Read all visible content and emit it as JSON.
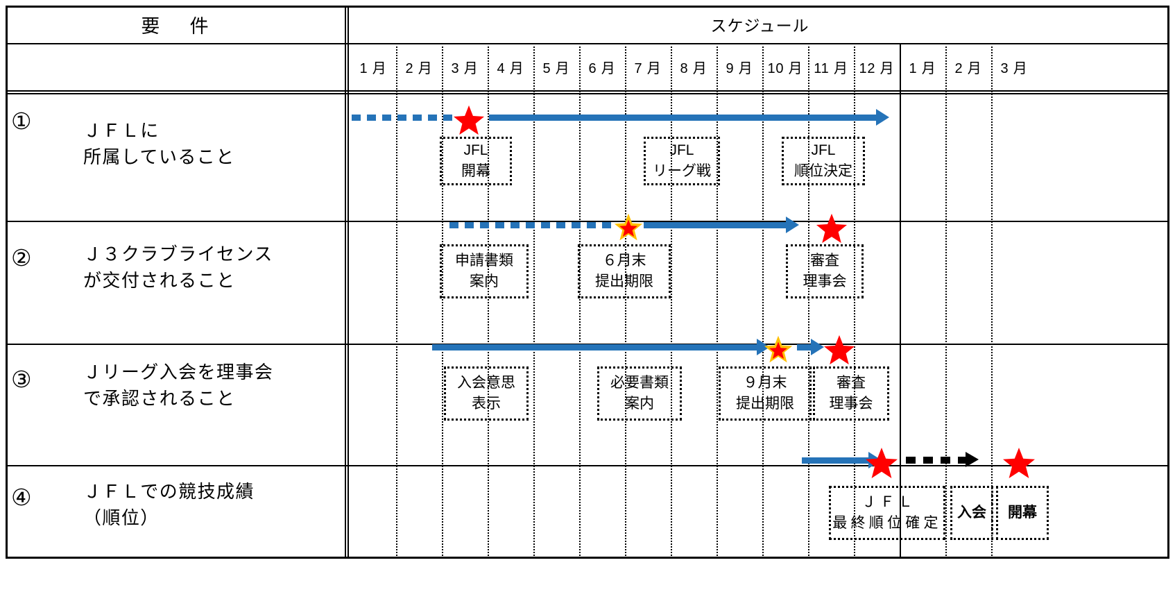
{
  "header": {
    "requirement_col_label": "要　件",
    "schedule_col_label": "スケジュール"
  },
  "months": [
    {
      "label": "1 月"
    },
    {
      "label": "2 月"
    },
    {
      "label": "3 月"
    },
    {
      "label": "4 月"
    },
    {
      "label": "5 月"
    },
    {
      "label": "6 月"
    },
    {
      "label": "7 月"
    },
    {
      "label": "8 月"
    },
    {
      "label": "9 月"
    },
    {
      "label": "10 月"
    },
    {
      "label": "11 月"
    },
    {
      "label": "12 月"
    },
    {
      "label": "1 月"
    },
    {
      "label": "2 月"
    },
    {
      "label": "3 月"
    }
  ],
  "rows": [
    {
      "number": "①",
      "text": "ＪＦＬに\n所属していること",
      "captions": [
        {
          "text": "JFL\n開幕"
        },
        {
          "text": "JFL\nリーグ戦"
        },
        {
          "text": "JFL\n順位決定"
        }
      ]
    },
    {
      "number": "②",
      "text": "Ｊ３クラブライセンス\nが交付されること",
      "captions": [
        {
          "text": "申請書類\n案内"
        },
        {
          "text": "６月末\n提出期限"
        },
        {
          "text": "審査\n理事会"
        }
      ]
    },
    {
      "number": "③",
      "text": "Ｊリーグ入会を理事会\nで承認されること",
      "captions": [
        {
          "text": "入会意思\n表示"
        },
        {
          "text": "必要書類\n案内"
        },
        {
          "text": "９月末\n提出期限"
        },
        {
          "text": "審査\n理事会"
        }
      ]
    },
    {
      "number": "④",
      "text": "ＪＦＬでの競技成績\n（順位）",
      "captions": [
        {
          "text": "ＪＦＬ\n最終順位確定"
        },
        {
          "text": "入会"
        },
        {
          "text": "開幕"
        }
      ]
    }
  ],
  "colors": {
    "bar_blue": "#2573b8",
    "star_red": "#ff0000",
    "star_gold": "#ffc000",
    "grid_black": "#000000"
  },
  "chart_data": {
    "type": "table",
    "title": "Ｊリーグ入会要件スケジュール",
    "timeline_months": [
      "1月",
      "2月",
      "3月",
      "4月",
      "5月",
      "6月",
      "7月",
      "8月",
      "9月",
      "10月",
      "11月",
      "12月",
      "1月",
      "2月",
      "3月"
    ],
    "tracks": [
      {
        "id": "①",
        "requirement": "ＪＦＬに所属していること",
        "segments": [
          {
            "style": "dotted-blue",
            "from_month": "1月",
            "to_month": "3月"
          },
          {
            "style": "solid-blue-arrow",
            "from_month": "3月",
            "to_month": "12月"
          }
        ],
        "milestones": [
          {
            "marker": "red-star",
            "month": "3月",
            "label": "JFL 開幕"
          },
          {
            "marker": "none",
            "month": "7月",
            "label": "JFL リーグ戦"
          },
          {
            "marker": "none",
            "month": "11月",
            "label": "JFL 順位決定"
          }
        ]
      },
      {
        "id": "②",
        "requirement": "Ｊ３クラブライセンスが交付されること",
        "segments": [
          {
            "style": "dotted-blue",
            "from_month": "3月",
            "to_month": "6月"
          },
          {
            "style": "solid-blue-arrow",
            "from_month": "6月",
            "to_month": "9月"
          }
        ],
        "milestones": [
          {
            "marker": "none",
            "month": "3月",
            "label": "申請書類 案内"
          },
          {
            "marker": "gold-red-star",
            "month": "6月",
            "label": "６月末 提出期限"
          },
          {
            "marker": "red-star",
            "month": "9月",
            "label": "審査 理事会"
          }
        ]
      },
      {
        "id": "③",
        "requirement": "Ｊリーグ入会を理事会で承認されること",
        "segments": [
          {
            "style": "solid-blue-arrow",
            "from_month": "2月",
            "to_month": "9月"
          },
          {
            "style": "solid-blue-arrow-short",
            "from_month": "9月",
            "to_month": "10月"
          }
        ],
        "milestones": [
          {
            "marker": "none",
            "month": "3月",
            "label": "入会意思 表示"
          },
          {
            "marker": "none",
            "month": "6月",
            "label": "必要書類 案内"
          },
          {
            "marker": "gold-red-star",
            "month": "9月",
            "label": "９月末 提出期限"
          },
          {
            "marker": "red-star",
            "month": "10月",
            "label": "審査 理事会"
          }
        ]
      },
      {
        "id": "④",
        "requirement": "ＪＦＬでの競技成績（順位）",
        "segments": [
          {
            "style": "solid-blue-arrow",
            "from_month": "10月",
            "to_month": "11月"
          },
          {
            "style": "dotted-black-arrow",
            "from_month": "11月",
            "to_month": "1月(翌)"
          }
        ],
        "milestones": [
          {
            "marker": "red-star",
            "month": "11月",
            "label": "ＪＦＬ 最終順位確定"
          },
          {
            "marker": "none",
            "month": "1月(翌)",
            "label": "入会"
          },
          {
            "marker": "red-star",
            "month": "2月(翌)",
            "label": "開幕"
          }
        ]
      }
    ]
  }
}
